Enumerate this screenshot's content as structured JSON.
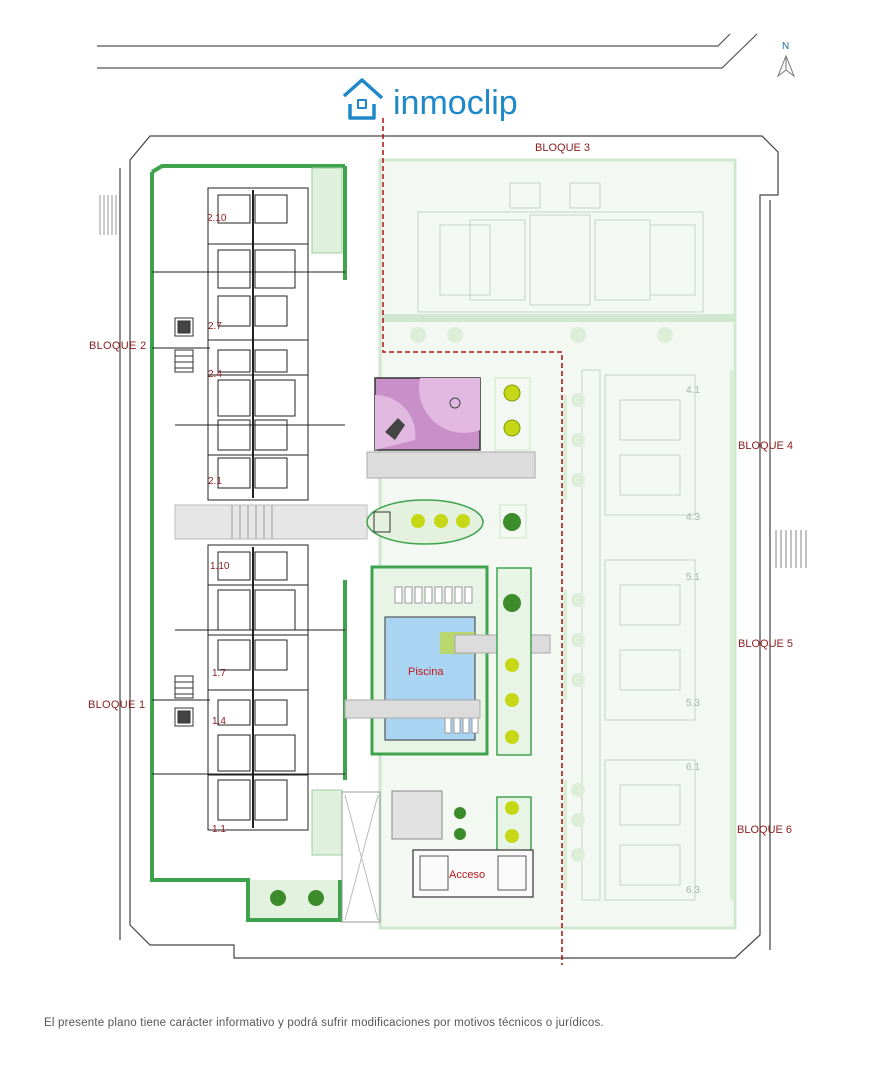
{
  "brand": {
    "name": "inmoclip",
    "logo_icon": "house-logo-icon",
    "color": "#1e88c8"
  },
  "north_label": "N",
  "blocks": {
    "b1": "BLOQUE 1",
    "b2": "BLOQUE 2",
    "b3": "BLOQUE 3",
    "b4": "BLOQUE 4",
    "b5": "BLOQUE 5",
    "b6": "BLOQUE 6"
  },
  "amenities": {
    "pool": "Piscina",
    "access": "Acceso"
  },
  "units": {
    "u210": "2.10",
    "u27": "2.7",
    "u24": "2.4",
    "u21": "2.1",
    "u110": "1.10",
    "u17": "1.7",
    "u14": "1.4",
    "u11": "1.1",
    "u41": "4.1",
    "u43": "4.3",
    "u51": "5.1",
    "u53": "5.3",
    "u61": "6.1",
    "u63": "6.3"
  },
  "disclaimer": "El presente plano tiene carácter informativo y podrá sufrir modificaciones por motivos técnicos o jurídicos.",
  "colors": {
    "green": "#4caf50",
    "faint_green": "#cfe6cf",
    "boundary_red": "#b01e1e",
    "pool": "#a9d4f2",
    "playground": "#c98fc9"
  }
}
